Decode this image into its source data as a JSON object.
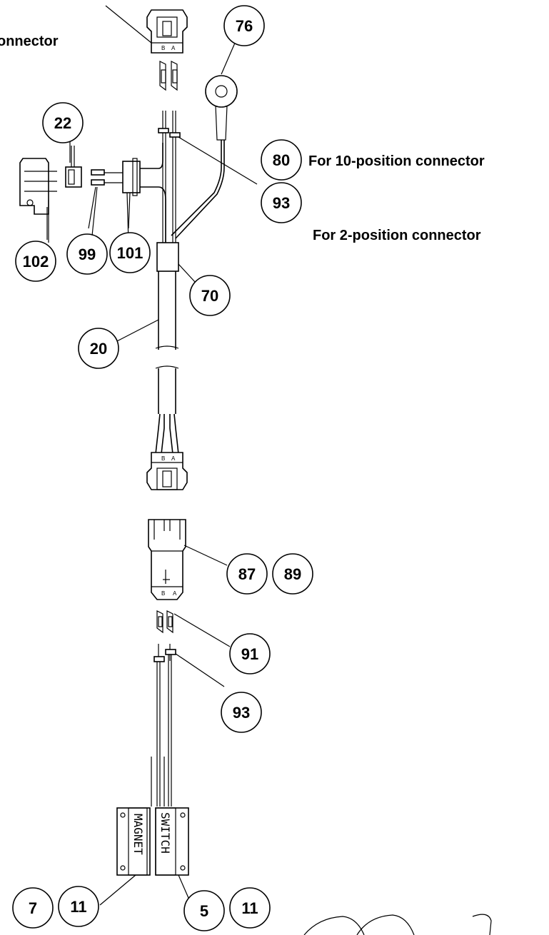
{
  "notes": {
    "top_left": "onnector",
    "ten_position": "For 10-position connector",
    "two_position": "For 2-position connector"
  },
  "callouts": {
    "c76": "76",
    "c22": "22",
    "c80": "80",
    "c93a": "93",
    "c102": "102",
    "c99": "99",
    "c101": "101",
    "c70": "70",
    "c20": "20",
    "c87": "87",
    "c89": "89",
    "c91": "91",
    "c93b": "93",
    "c7": "7",
    "c11a": "11",
    "c5": "5",
    "c11b": "11"
  },
  "parts": {
    "magnet_label": "MAGNET",
    "switch_label": "SWITCH",
    "pin_a": "A",
    "pin_b": "B"
  }
}
